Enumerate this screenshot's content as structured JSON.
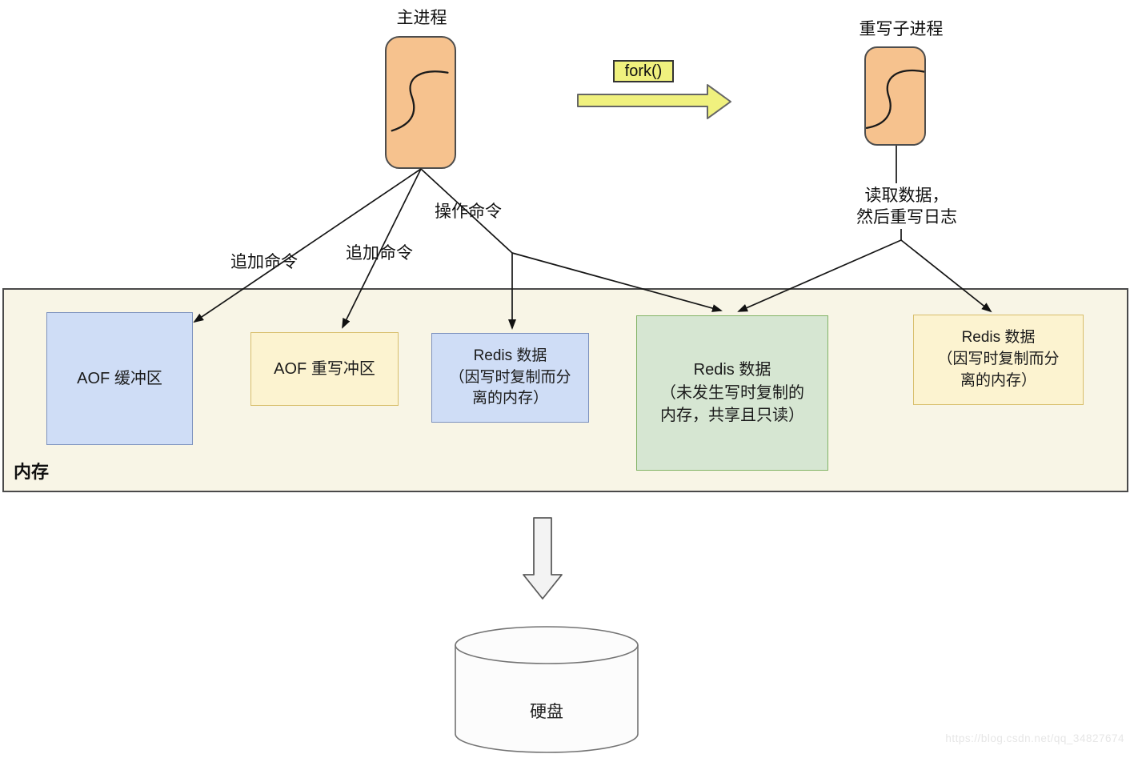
{
  "processes": {
    "main": {
      "label": "主进程"
    },
    "child": {
      "label": "重写子进程"
    }
  },
  "fork_label": "fork()",
  "edge_labels": {
    "append_1": "追加命令",
    "append_2": "追加命令",
    "operate": "操作命令",
    "read_then_rewrite": "读取数据，\n然后重写日志"
  },
  "memory": {
    "label": "内存",
    "boxes": [
      {
        "text": "AOF 缓冲区",
        "color": "#CFDDF6"
      },
      {
        "text": "AOF 重写冲区",
        "color": "#FCF3D0"
      },
      {
        "text": "Redis 数据\n（因写时复制而分\n离的内存）",
        "color": "#CFDDF6"
      },
      {
        "text": "Redis 数据\n（未发生写时复制的\n内存，共享且只读）",
        "color": "#D6E6D2"
      },
      {
        "text": "Redis 数据\n（因写时复制而分\n离的内存）",
        "color": "#FCF3D0"
      }
    ]
  },
  "disk": {
    "label": "硬盘"
  },
  "watermark": "https://blog.csdn.net/qq_34827674",
  "colors": {
    "process_fill": "#F6C28E",
    "fork_yellow": "#F0F17E",
    "memory_fill": "#F8F5E6",
    "blue_fill": "#CFDDF6",
    "yellow_fill": "#FCF3D0",
    "green_fill": "#D6E6D2",
    "line_color": "#161616"
  }
}
